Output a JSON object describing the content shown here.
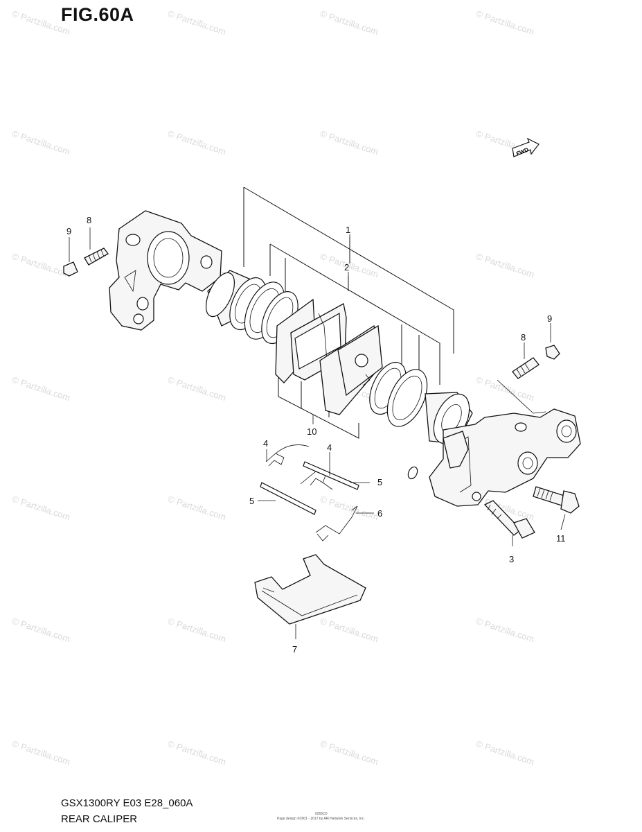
{
  "figure": {
    "title": "FIG.60A",
    "model_code": "GSX1300RY E03 E28_060A",
    "section_name": "REAR CALIPER",
    "fine_print_top": "0265C0",
    "fine_print": "Page design ©2001 - 2017 by ARI Network Services, Inc."
  },
  "watermark": {
    "text": "© Partzilla.com",
    "color": "#d9d9d9"
  },
  "direction_marker": {
    "text": "FWD"
  },
  "callouts": {
    "c1": "1",
    "c2": "2",
    "c3": "3",
    "c4a": "4",
    "c4b": "4",
    "c5a": "5",
    "c5b": "5",
    "c6": "6",
    "c7": "7",
    "c8a": "8",
    "c8b": "8",
    "c9a": "9",
    "c9b": "9",
    "c10": "10",
    "c11": "11"
  }
}
